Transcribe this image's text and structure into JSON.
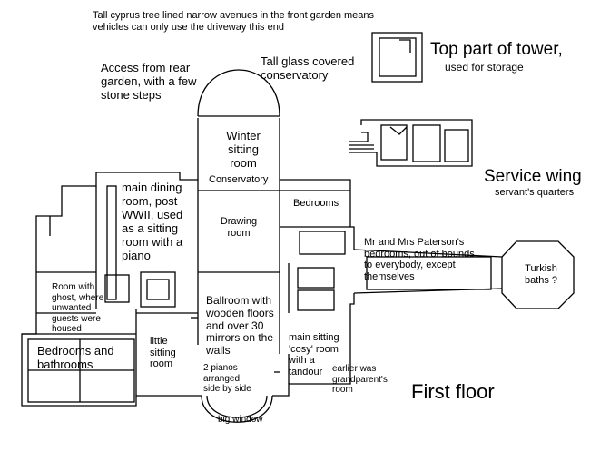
{
  "labels": {
    "note_cypress": "Tall cyprus tree lined narrow avenues in the front garden means vehicles can only use the driveway this end",
    "rear_garden": "Access from rear garden, with a few stone steps",
    "conservatory_glass": "Tall glass covered conservatory",
    "tower_title": "Top part of tower,",
    "tower_sub": "used for storage",
    "service_wing": "Service wing",
    "servants": "servant's quarters",
    "winter_sitting": "Winter sitting room",
    "conservatory": "Conservatory",
    "main_dining": "main dining room, post WWII, used as a sitting room with a piano",
    "drawing_room": "Drawing room",
    "bedrooms": "Bedrooms",
    "paterson": "Mr and Mrs Paterson's bedrooms, out of bounds to everybody, except themselves",
    "turkish": "Turkish baths ?",
    "ghost_room": "Room with ghost, where unwanted guests were housed",
    "ballroom": "Ballroom with wooden floors and over 30 mirrors on the walls",
    "main_sitting": "main sitting 'cosy' room with a tandour",
    "grandparent": "earlier was grandparent's room",
    "bedrooms_bathrooms": "Bedrooms and bathrooms",
    "little_sitting": "little sitting room",
    "two_pianos": "2 pianos arranged side by side",
    "big_window": "big window",
    "first_floor": "First floor"
  },
  "colors": {
    "ink": "#000000",
    "paper": "#ffffff"
  }
}
